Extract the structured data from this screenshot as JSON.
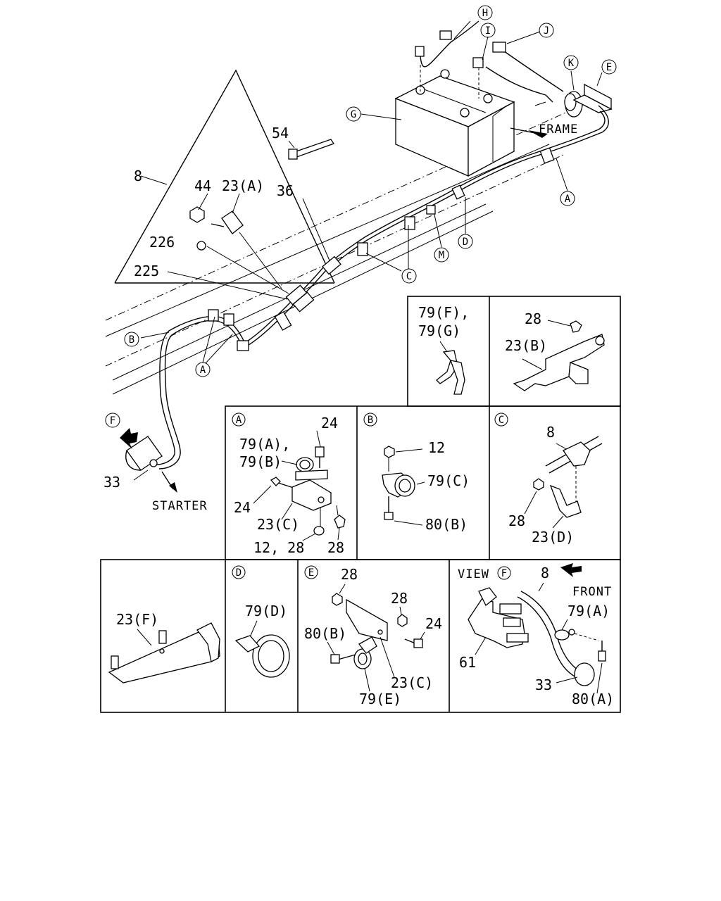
{
  "main_labels": {
    "l8": "8",
    "l54": "54",
    "l44": "44",
    "l23a": "23(A)",
    "l36": "36",
    "l226": "226",
    "l225": "225",
    "frame": "FRAME",
    "l33": "33",
    "starter": "STARTER"
  },
  "callouts": {
    "H": "H",
    "I": "I",
    "J": "J",
    "K": "K",
    "E": "E",
    "G": "G",
    "A1": "A",
    "D": "D",
    "M": "M",
    "C": "C",
    "B": "B",
    "A2": "A",
    "F": "F"
  },
  "panel_fg": {
    "l79f": "79(F),",
    "l79g": "79(G)"
  },
  "panel_b2": {
    "l28": "28",
    "l23b": "23(B)"
  },
  "panel_a": {
    "key": "A",
    "l24_top": "24",
    "l79a": "79(A),",
    "l79b": "79(B)",
    "l24_left": "24",
    "l23c": "23(C)",
    "l12_28": "12, 28",
    "l28": "28"
  },
  "panel_b": {
    "key": "B",
    "l12": "12",
    "l79c": "79(C)",
    "l80b": "80(B)"
  },
  "panel_c": {
    "key": "C",
    "l8": "8",
    "l28": "28",
    "l23d": "23(D)"
  },
  "panel_f23": {
    "l23f": "23(F)"
  },
  "panel_d": {
    "key": "D",
    "l79d": "79(D)"
  },
  "panel_e": {
    "key": "E",
    "l28_a": "28",
    "l28_b": "28",
    "l80b": "80(B)",
    "l24": "24",
    "l23c": "23(C)",
    "l79e": "79(E)"
  },
  "panel_view": {
    "view": "VIEW",
    "key": "F",
    "l8": "8",
    "front": "FRONT",
    "l79a": "79(A)",
    "l61": "61",
    "l33": "33",
    "l80a": "80(A)"
  }
}
